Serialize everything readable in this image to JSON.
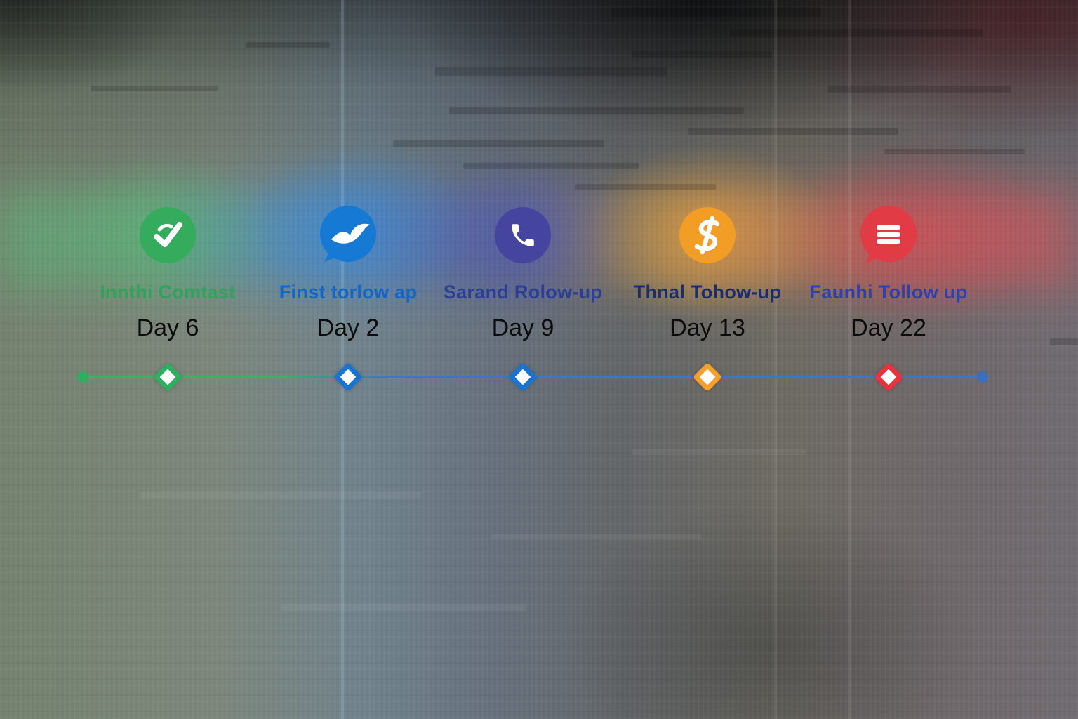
{
  "timeline": {
    "milestones": [
      {
        "label": "Innthi Comtast",
        "day": "Day 6",
        "icon": "bird-check-icon",
        "icon_color": "#35ab5d",
        "label_color": "#2fa35c",
        "diamond_color": "#2fae60"
      },
      {
        "label": "Finst torlow ap",
        "day": "Day 2",
        "icon": "bird-bubble-icon",
        "icon_color": "#1679d3",
        "label_color": "#1565c8",
        "diamond_color": "#1a73d0"
      },
      {
        "label": "Sarand Rolow-up",
        "day": "Day 9",
        "icon": "phone-icon",
        "icon_color": "#45459f",
        "label_color": "#2c3f97",
        "diamond_color": "#1a73d0"
      },
      {
        "label": "Thnal Tohow-up",
        "day": "Day 13",
        "icon": "dollar-swirl-icon",
        "icon_color": "#f29d26",
        "label_color": "#1b2d6e",
        "diamond_color": "#f5a02c"
      },
      {
        "label": "Faunhi Tollow up",
        "day": "Day 22",
        "icon": "chat-bubble-lines-icon",
        "icon_color": "#e13b45",
        "label_color": "#2f3fae",
        "diamond_color": "#e8323e"
      }
    ],
    "line": {
      "start_color": "#3fae66",
      "end_color": "#3a78c4"
    },
    "endpoints": {
      "start_color": "#2fae60",
      "end_color": "#3a6fbf"
    }
  }
}
